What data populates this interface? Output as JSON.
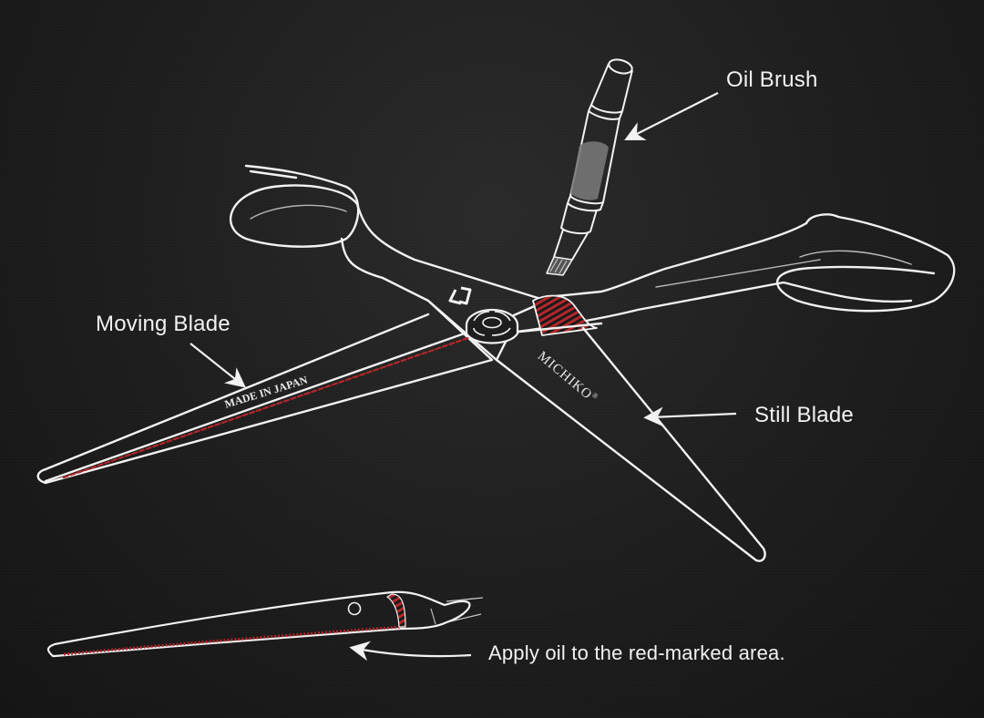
{
  "labels": {
    "oil_brush": "Oil Brush",
    "moving_blade": "Moving Blade",
    "still_blade": "Still Blade",
    "instruction": "Apply oil to the red-marked area."
  },
  "engravings": {
    "made_in": "MADE IN JAPAN",
    "brand": "MICHIKO",
    "registered": "®"
  },
  "colors": {
    "background": "#1c1c1c",
    "outline": "#f2f2f2",
    "oil_marking": "#b3262a",
    "brush_reservoir": "#7a7a7a"
  }
}
